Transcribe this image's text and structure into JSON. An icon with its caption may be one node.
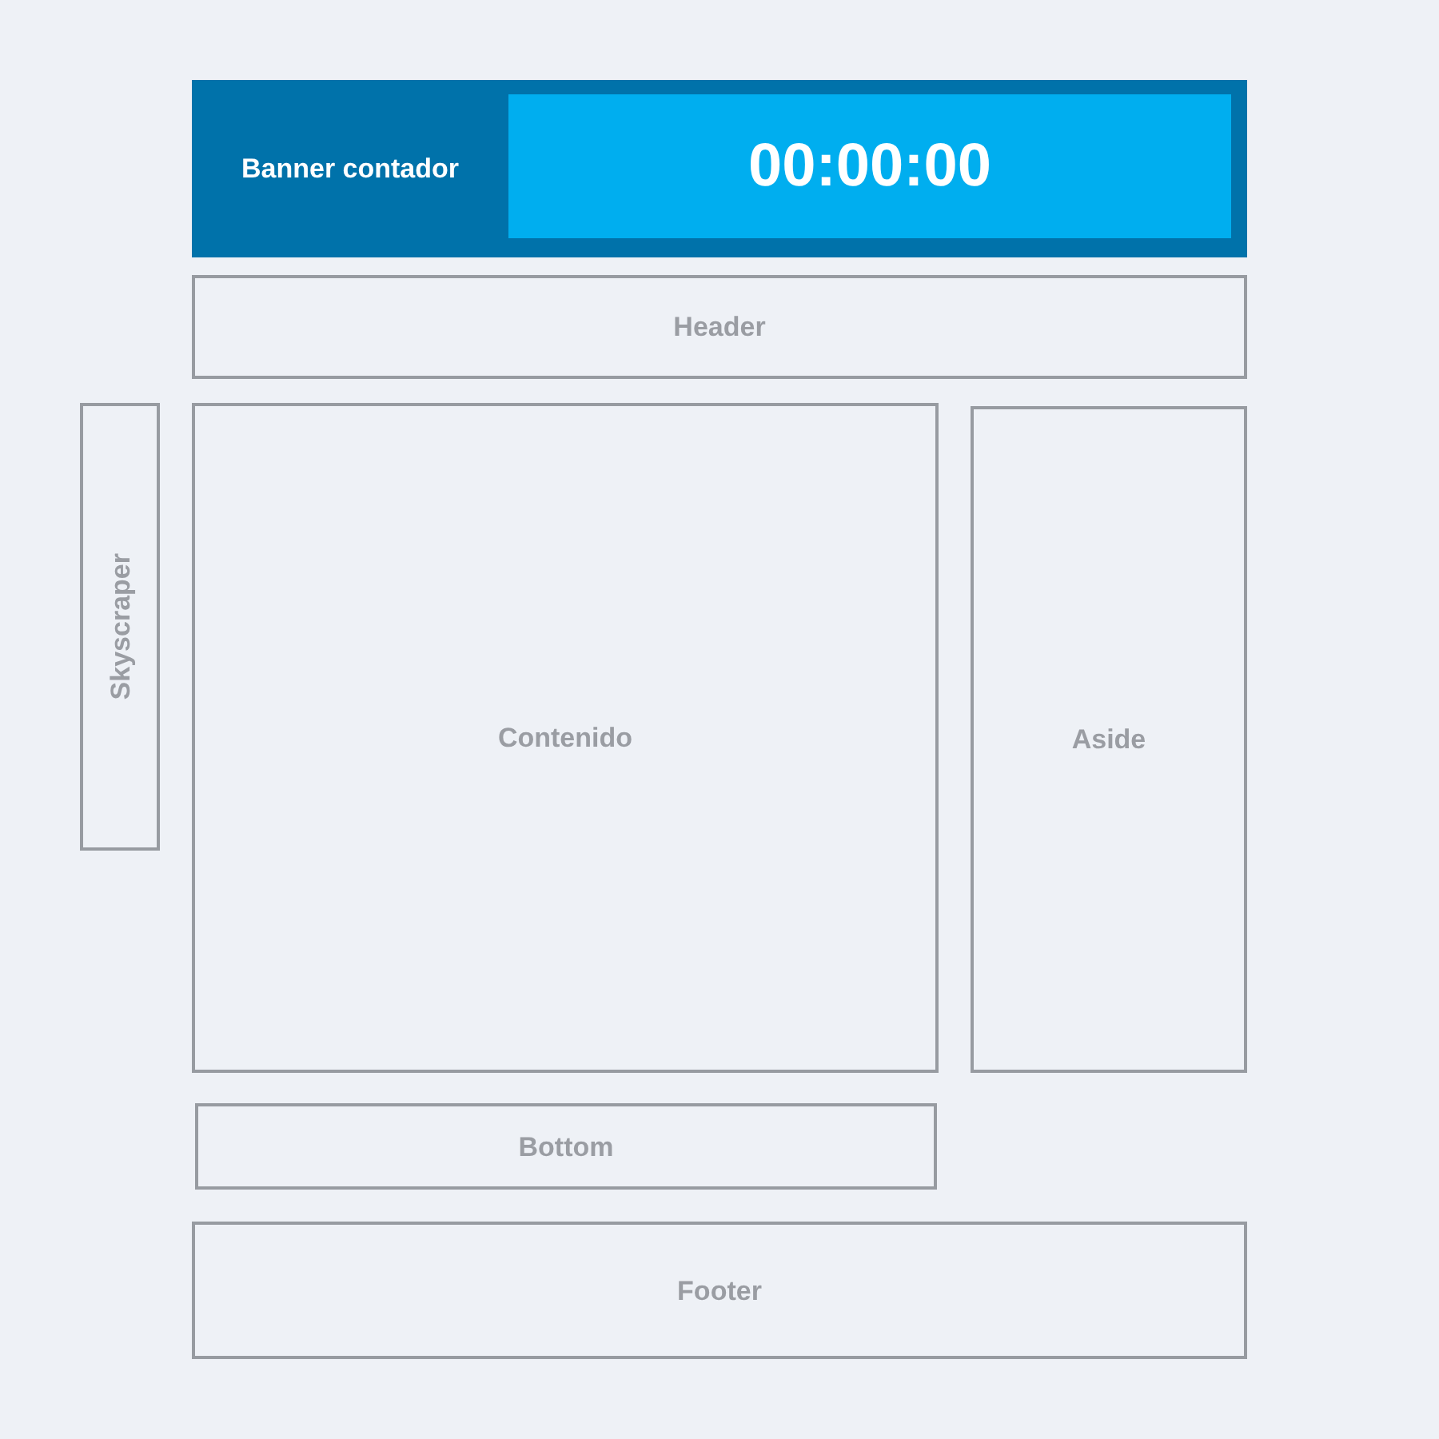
{
  "diagram": {
    "nodes": [
      {
        "text": [
          "Banner contador"
        ]
      },
      {
        "text": [
          "00:00:00"
        ],
        "in": 0
      },
      {
        "text": [
          "Header"
        ]
      },
      {
        "text": [
          "Skyscraper"
        ]
      },
      {
        "text": [
          "Contenido"
        ]
      },
      {
        "text": [
          "Aside"
        ]
      },
      {
        "text": [
          "Bottom"
        ]
      },
      {
        "text": [
          "Footer"
        ]
      }
    ]
  }
}
